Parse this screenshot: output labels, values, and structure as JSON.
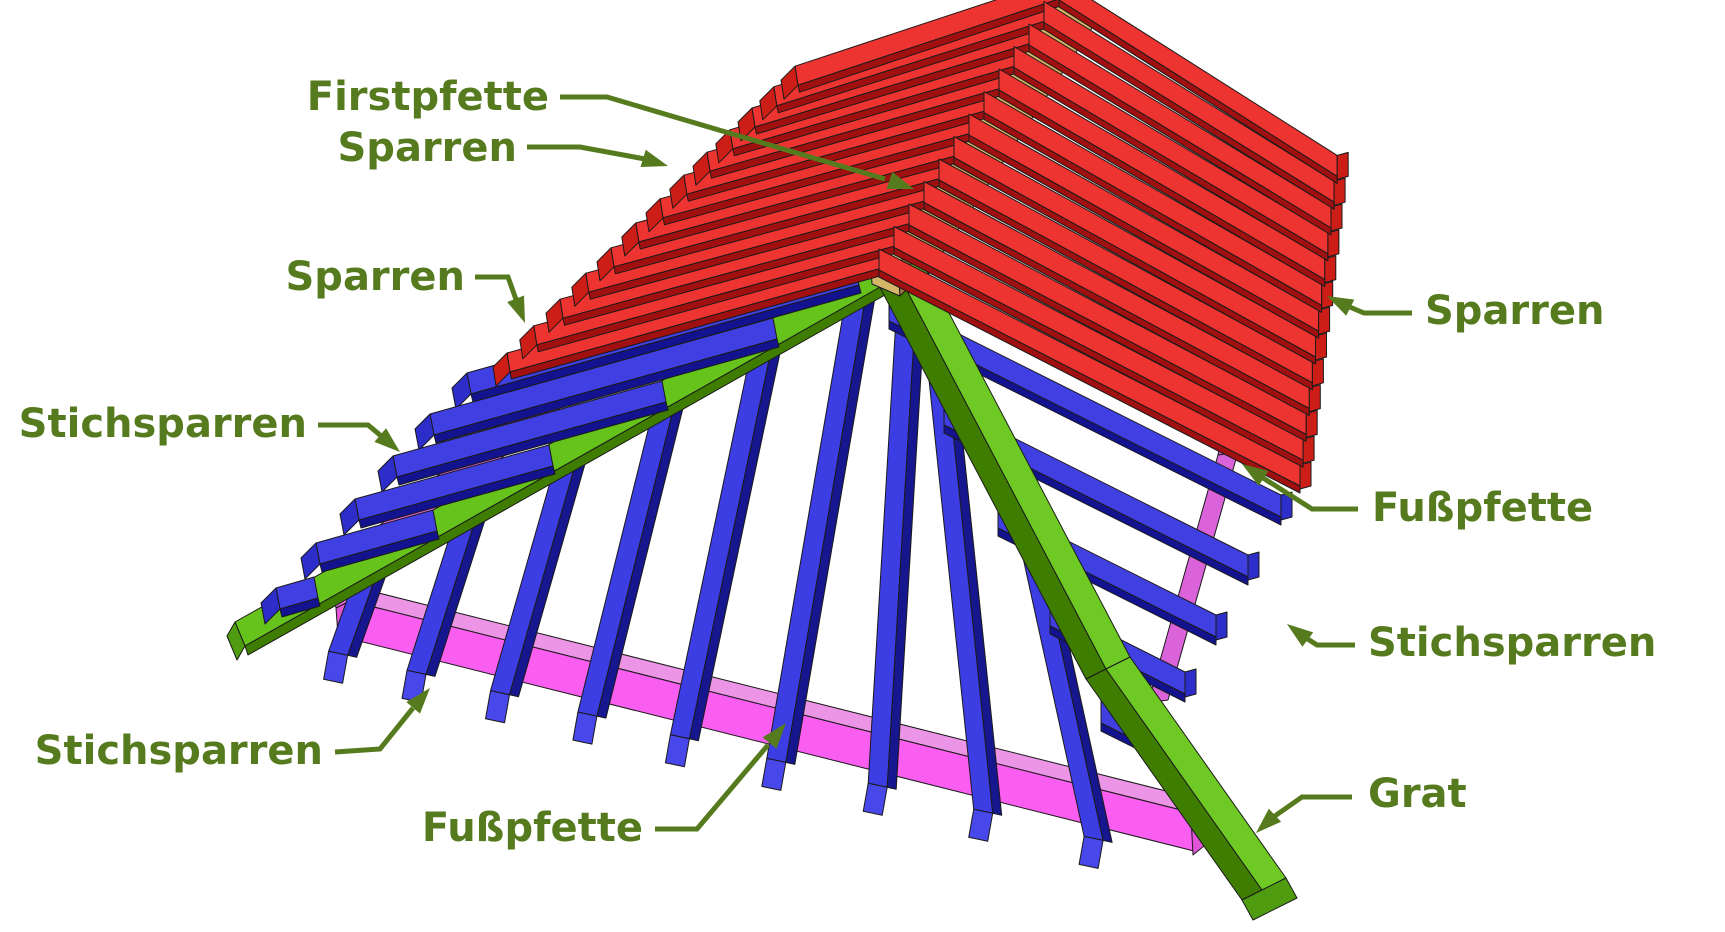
{
  "diagram": {
    "subject": "roof-framing-terminology",
    "language": "de"
  },
  "labels": {
    "firstpfette": "Firstpfette",
    "sparren_top": "Sparren",
    "sparren_left": "Sparren",
    "sparren_right": "Sparren",
    "stichsparren_left": "Stichsparren",
    "stichsparren_bottom": "Stichsparren",
    "stichsparren_right": "Stichsparren",
    "fusspfette_bottom": "Fußpfette",
    "fusspfette_right": "Fußpfette",
    "grat": "Grat"
  },
  "colors": {
    "background": "#ffffff",
    "label": "#567a1e",
    "arrow": "#567a1e",
    "outline": "#1a1a1a",
    "red_top": "#ee3430",
    "red_side": "#a01010",
    "red_cap": "#cc1d17",
    "blue_top": "#4040e2",
    "blue_side": "#13138f",
    "blue_cap": "#2d2dc9",
    "fan_blue_main": "#3d3de4",
    "fan_blue_side": "#16168e",
    "fan_blue_cap": "#4848ea",
    "green_top": "#66c31c",
    "green_light": "#6fc924",
    "green_side": "#3f7d00",
    "green_cap": "#4f9c10",
    "pink_top": "#ec95e6",
    "pink_front": "#f95ef0",
    "pink_strip": "#ef6ae6",
    "pink_strip_right": "#db63da",
    "pink_cap": "#e055d8",
    "tan_light": "#e8d193",
    "tan_mid": "#d5b568",
    "tan_dark": "#a07c3c"
  }
}
